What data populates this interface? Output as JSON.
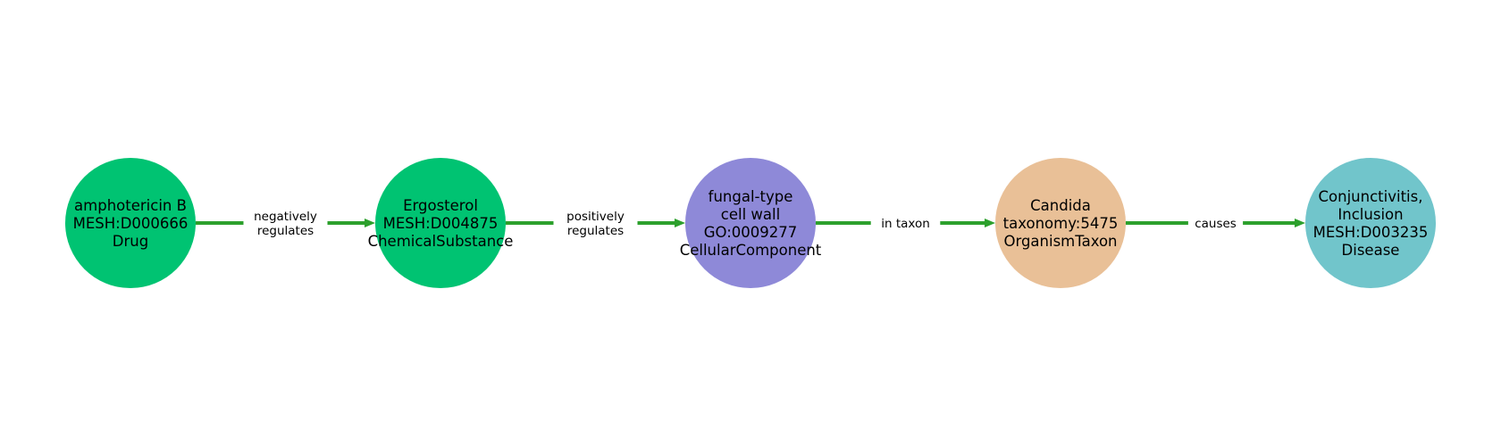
{
  "edge_color": "#2ca02c",
  "nodes": [
    {
      "lines": [
        "amphotericin B",
        "MESH:D000666",
        "Drug"
      ],
      "color": "#00c372"
    },
    {
      "lines": [
        "Ergosterol",
        "MESH:D004875",
        "ChemicalSubstance"
      ],
      "color": "#00c372"
    },
    {
      "lines": [
        "fungal-type",
        "cell wall",
        "GO:0009277",
        "CellularComponent"
      ],
      "color": "#8e89d8"
    },
    {
      "lines": [
        "Candida",
        "taxonomy:5475",
        "OrganismTaxon"
      ],
      "color": "#e9c097"
    },
    {
      "lines": [
        "Conjunctivitis,",
        "Inclusion",
        "MESH:D003235",
        "Disease"
      ],
      "color": "#71c5cb"
    }
  ],
  "edges": [
    {
      "from": 0,
      "to": 1,
      "lines": [
        "negatively",
        "regulates"
      ]
    },
    {
      "from": 1,
      "to": 2,
      "lines": [
        "positively",
        "regulates"
      ]
    },
    {
      "from": 2,
      "to": 3,
      "lines": [
        "in taxon"
      ]
    },
    {
      "from": 3,
      "to": 4,
      "lines": [
        "causes"
      ]
    }
  ]
}
